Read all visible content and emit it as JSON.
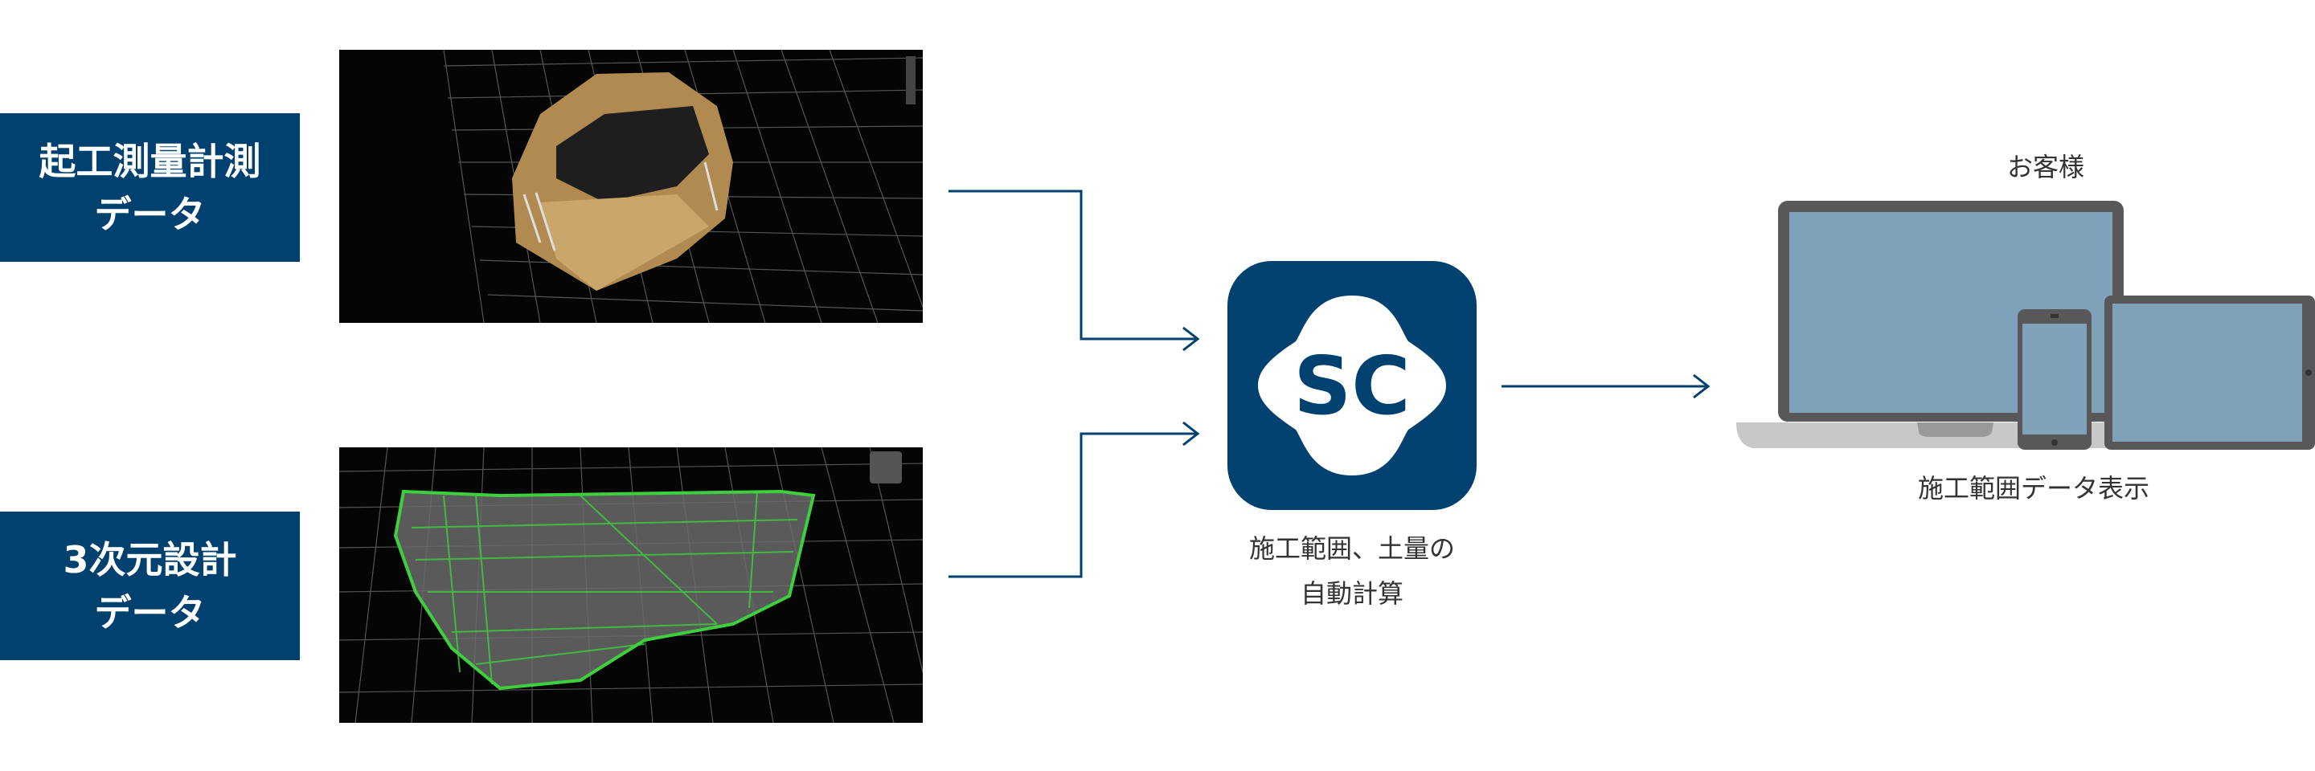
{
  "inputs": [
    {
      "label_line1": "起工測量計測",
      "label_line2": "データ",
      "image": "point-cloud-survey"
    },
    {
      "label_line1": "3次元設計",
      "label_line2": "データ",
      "image": "3d-design-wireframe"
    }
  ],
  "processor": {
    "logo_text": "SC",
    "caption_line1": "施工範囲、土量の",
    "caption_line2": "自動計算"
  },
  "output": {
    "audience": "お客様",
    "caption": "施工範囲データ表示"
  },
  "colors": {
    "brand": "#01416f",
    "screen": "#7fa1ba",
    "device": "#58585a",
    "laptop_base": "#c8c8c8"
  }
}
